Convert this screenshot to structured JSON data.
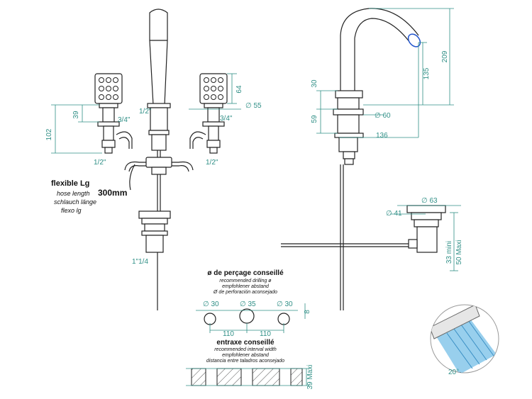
{
  "colors": {
    "dimension": "#2f8f86",
    "outline": "#222222",
    "water": "#7ec3e8"
  },
  "front_view": {
    "dim_102": "102",
    "dim_39": "39",
    "dim_64": "64",
    "dim_d55": "∅ 55",
    "thread_left_34": "3/4\"",
    "thread_center_12": "1/2\"",
    "thread_right_34": "3/4\"",
    "thread_left_12": "1/2\"",
    "thread_right_12": "1/2\"",
    "hose_title": "flexible Lg",
    "hose_length_en": "hose length",
    "hose_length_de": "schlauch länge",
    "hose_length_es": "flexo lg",
    "hose_length_value": "300mm",
    "waste_thread": "1\"1/4"
  },
  "side_view": {
    "dim_209": "209",
    "dim_135": "135",
    "dim_30": "30",
    "dim_59": "59",
    "dim_d60": "∅ 60",
    "dim_136": "136"
  },
  "waste_view": {
    "dim_d63": "∅ 63",
    "dim_d41": "∅ 41",
    "dim_33_mini": "33 mini",
    "dim_50_maxi": "50 Maxi"
  },
  "drilling": {
    "title": "ø de perçage conseillé",
    "line_en": "recommended drilling ø",
    "line_de": "empfohlener abstand",
    "line_es": "Ø de perforación aconsejado",
    "hole_left": "∅ 30",
    "hole_center": "∅ 35",
    "hole_right": "∅ 30",
    "offset": "8",
    "spacing_left": "110",
    "spacing_right": "110"
  },
  "interval": {
    "title": "entraxe conseillé",
    "line_en": "recommended interval width",
    "line_de": "empfohlener abstand",
    "line_es": "distancia entre taladros aconsejado",
    "thickness": "39 Maxi"
  },
  "spray_detail": {
    "angle": "20°"
  }
}
